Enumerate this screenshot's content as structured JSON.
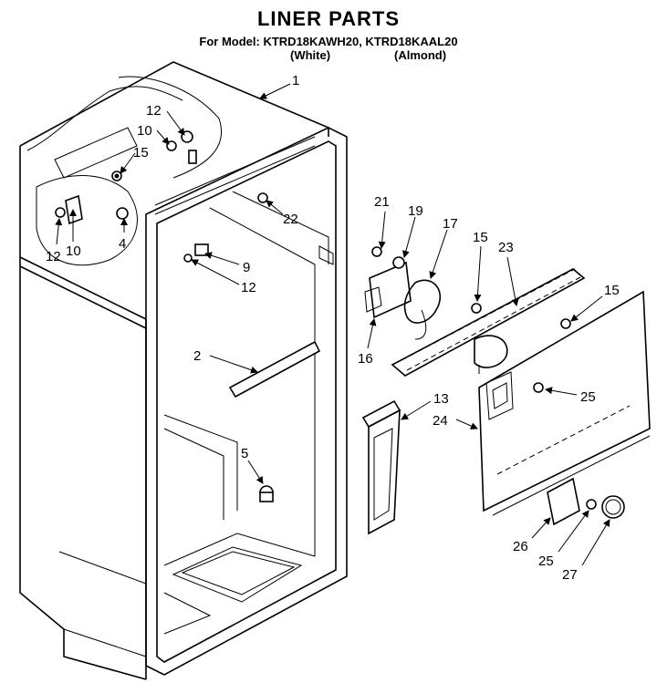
{
  "header": {
    "title": "LINER PARTS",
    "model_line": "For Model: KTRD18KAWH20,     KTRD18KAAL20",
    "variant_white": "(White)",
    "variant_almond": "(Almond)"
  },
  "callouts": [
    "1",
    "12",
    "10",
    "15",
    "12",
    "10",
    "4",
    "22",
    "9",
    "12",
    "2",
    "5",
    "21",
    "19",
    "17",
    "15",
    "23",
    "15",
    "16",
    "13",
    "24",
    "25",
    "26",
    "25",
    "27"
  ],
  "colors": {
    "ink": "#000000",
    "paper": "#ffffff"
  }
}
